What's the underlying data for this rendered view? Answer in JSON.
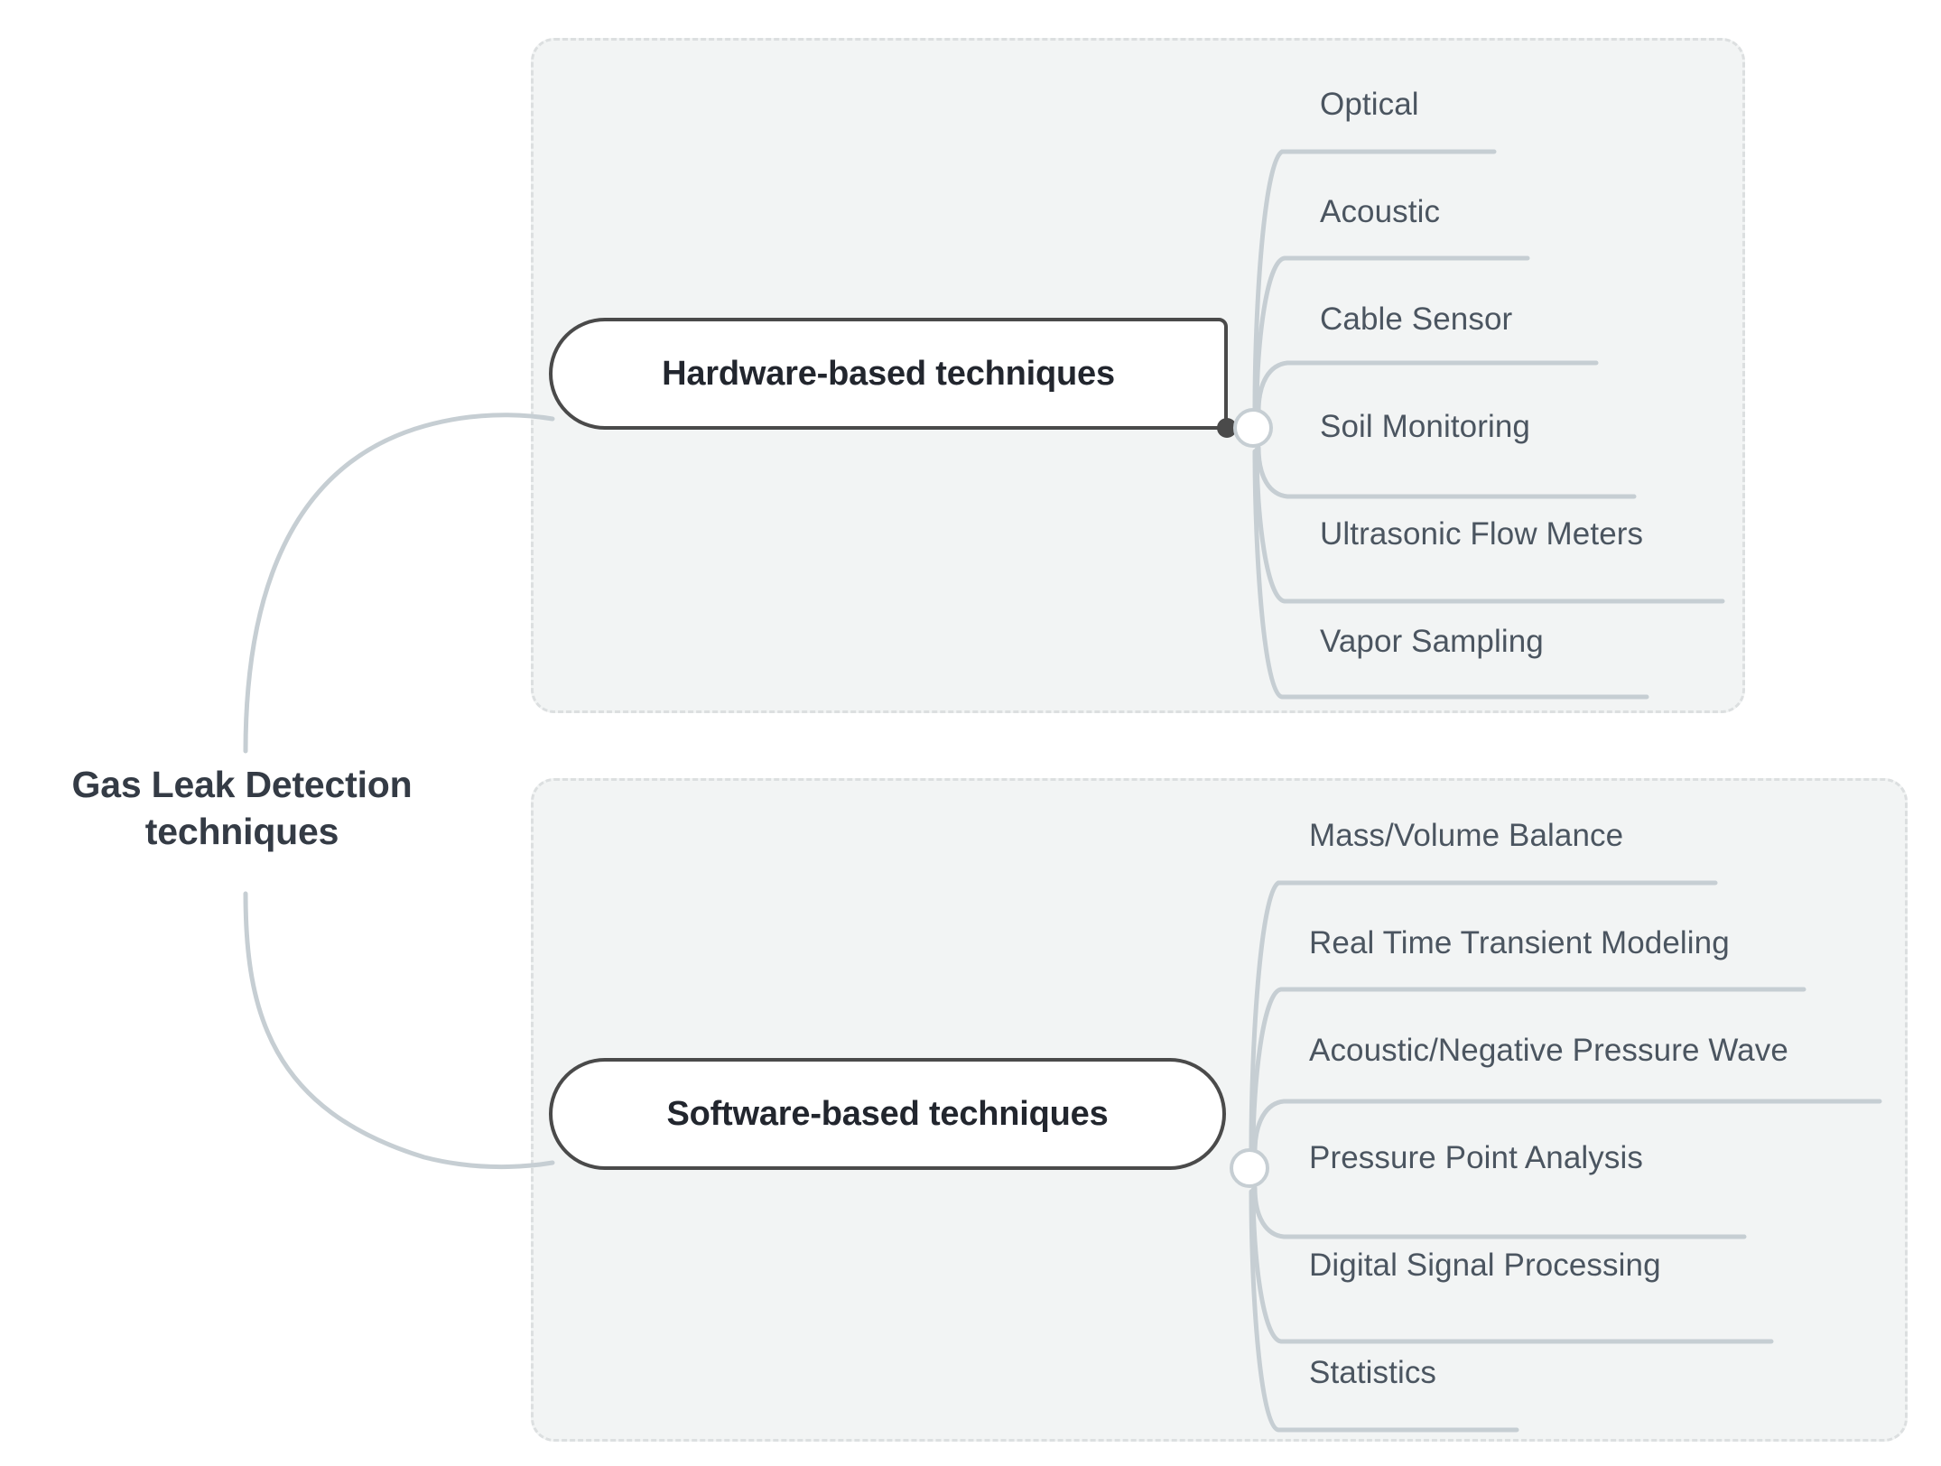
{
  "diagram": {
    "type": "mind-map",
    "root": {
      "label_lines": [
        "Gas Leak Detection",
        "techniques"
      ],
      "full_label": "Gas Leak Detection techniques"
    },
    "branches": [
      {
        "id": "hardware",
        "label": "Hardware-based techniques",
        "leaves": [
          {
            "label": "Optical"
          },
          {
            "label": "Acoustic"
          },
          {
            "label": "Cable Sensor"
          },
          {
            "label": "Soil Monitoring"
          },
          {
            "label": "Ultrasonic Flow Meters"
          },
          {
            "label": "Vapor Sampling"
          }
        ]
      },
      {
        "id": "software",
        "label": "Software-based techniques",
        "leaves": [
          {
            "label": "Mass/Volume Balance"
          },
          {
            "label": "Real Time Transient Modeling"
          },
          {
            "label": "Acoustic/Negative Pressure Wave"
          },
          {
            "label": "Pressure Point Analysis"
          },
          {
            "label": "Digital Signal Processing"
          },
          {
            "label": "Statistics"
          }
        ]
      }
    ]
  },
  "colors": {
    "background": "#ffffff",
    "group_fill": "#f2f4f4",
    "group_border": "#dcdfe0",
    "pill_border": "#4a4a4a",
    "pill_fill": "#ffffff",
    "root_text": "#343b45",
    "branch_text": "#22262e",
    "leaf_text": "#4b5560",
    "connector": "#c6ced3"
  }
}
